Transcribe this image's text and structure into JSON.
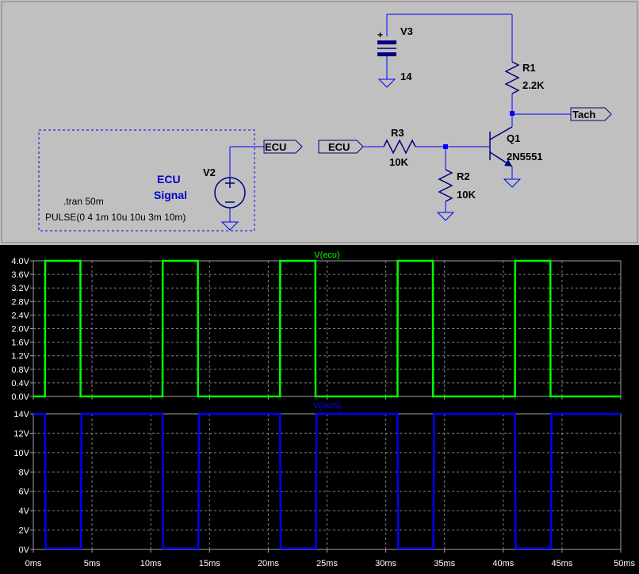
{
  "schematic": {
    "v3": {
      "name": "V3",
      "value": "14"
    },
    "r1": {
      "name": "R1",
      "value": "2.2K"
    },
    "q1": {
      "name": "Q1",
      "model": "2N5551"
    },
    "r3": {
      "name": "R3",
      "value": "10K"
    },
    "r2": {
      "name": "R2",
      "value": "10K"
    },
    "v2": {
      "name": "V2"
    },
    "signal_label": {
      "line1": "ECU",
      "line2": "Signal"
    },
    "directive_tran": ".tran 50m",
    "directive_pulse": "PULSE(0 4 1m 10u 10u 3m 10m)",
    "net_ecu_out": "ECU",
    "net_ecu_in": "ECU",
    "net_tach": "Tach"
  },
  "colors": {
    "ecu_trace": "#00ff00",
    "tach_trace": "#0000ff",
    "plot_bg": "#000000",
    "schematic_bg": "#c0c0c0"
  },
  "plots": [
    {
      "title": "V(ecu)",
      "y_ticks": [
        "0.0V",
        "0.4V",
        "0.8V",
        "1.2V",
        "1.6V",
        "2.0V",
        "2.4V",
        "2.8V",
        "3.2V",
        "3.6V",
        "4.0V"
      ],
      "y_values": [
        0,
        0.4,
        0.8,
        1.2,
        1.6,
        2.0,
        2.4,
        2.8,
        3.2,
        3.6,
        4.0
      ],
      "ylim": [
        0,
        4.0
      ]
    },
    {
      "title": "V(tach)",
      "y_ticks": [
        "0V",
        "2V",
        "4V",
        "6V",
        "8V",
        "10V",
        "12V",
        "14V"
      ],
      "y_values": [
        0,
        2,
        4,
        6,
        8,
        10,
        12,
        14
      ],
      "ylim": [
        0,
        14
      ]
    }
  ],
  "x_ticks": [
    "0ms",
    "5ms",
    "10ms",
    "15ms",
    "20ms",
    "25ms",
    "30ms",
    "35ms",
    "40ms",
    "45ms",
    "50ms"
  ],
  "chart_data": [
    {
      "type": "line",
      "title": "V(ecu)",
      "xlim": [
        0,
        50
      ],
      "ylim": [
        0,
        4.0
      ],
      "series": [
        {
          "name": "V(ecu)",
          "x": [
            0,
            1,
            1.01,
            4.01,
            4.02,
            11,
            11.01,
            14.01,
            14.02,
            21,
            21.01,
            24.01,
            24.02,
            31,
            31.01,
            34.01,
            34.02,
            41,
            41.01,
            44.01,
            44.02,
            50
          ],
          "y": [
            0,
            0,
            4,
            4,
            0,
            0,
            4,
            4,
            0,
            0,
            4,
            4,
            0,
            0,
            4,
            4,
            0,
            0,
            4,
            4,
            0,
            0
          ]
        }
      ]
    },
    {
      "type": "line",
      "title": "V(tach)",
      "xlim": [
        0,
        50
      ],
      "ylim": [
        0,
        14
      ],
      "series": [
        {
          "name": "V(tach)",
          "x": [
            0,
            1,
            1.05,
            4.05,
            4.1,
            11,
            11.05,
            14.05,
            14.1,
            21,
            21.05,
            24.05,
            24.1,
            31,
            31.05,
            34.05,
            34.1,
            41,
            41.05,
            44.05,
            44.1,
            50
          ],
          "y": [
            14,
            14,
            0.1,
            0.1,
            14,
            14,
            0.1,
            0.1,
            14,
            14,
            0.1,
            0.1,
            14,
            14,
            0.1,
            0.1,
            14,
            14,
            0.1,
            0.1,
            14,
            14
          ]
        }
      ]
    }
  ]
}
